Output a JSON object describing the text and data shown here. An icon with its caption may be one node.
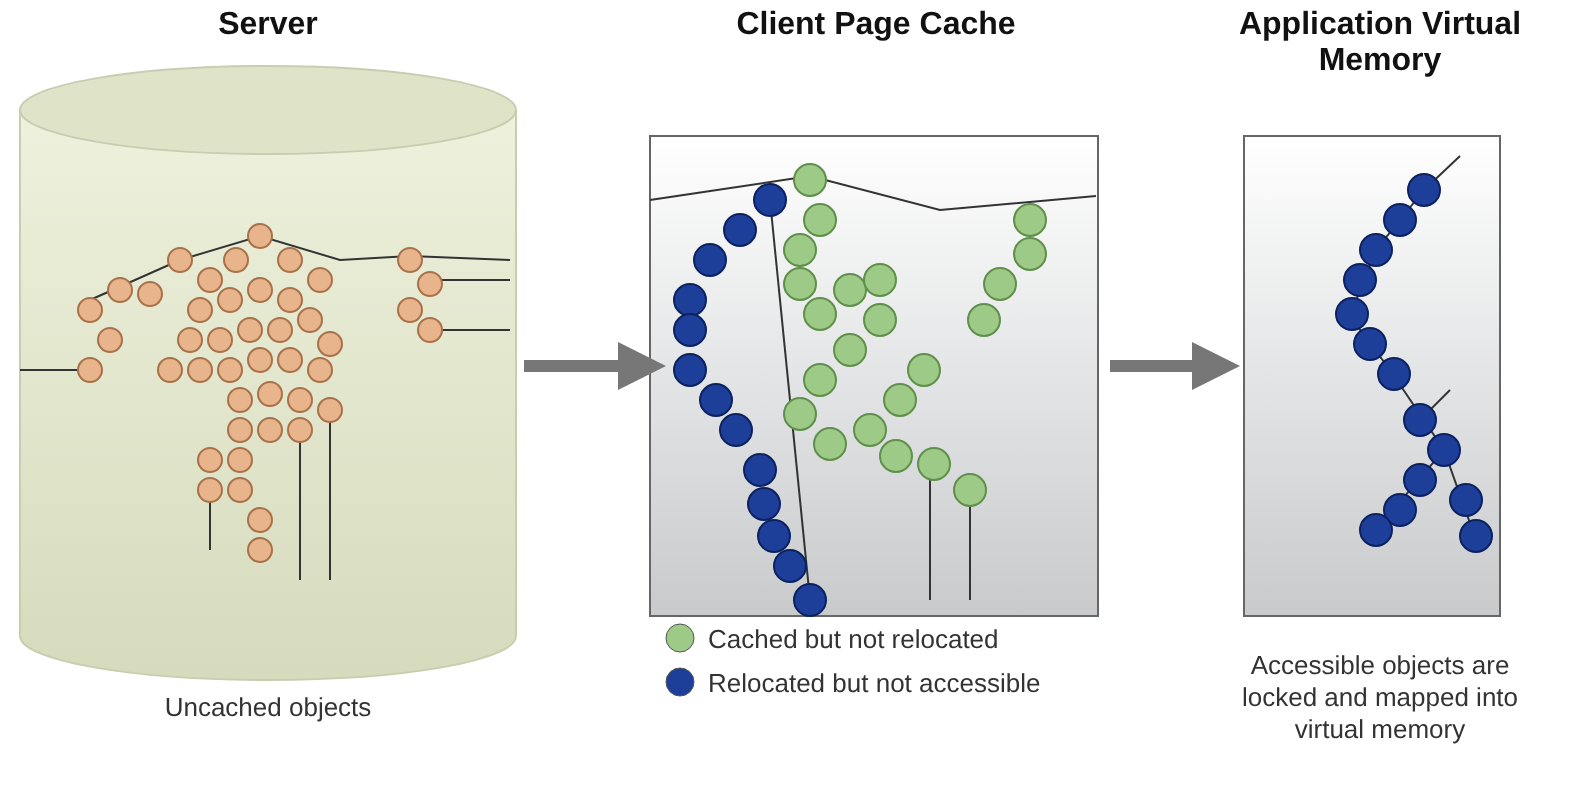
{
  "diagram": {
    "nodes": [
      {
        "text": [
          "Server"
        ],
        "beside": [
          "Uncached objects"
        ]
      },
      {
        "text": [
          "Client Page Cache"
        ]
      },
      {
        "text": [
          "Application Virtual Memory"
        ],
        "beside": [
          "Accessible objects are locked and mapped into virtual memory"
        ]
      }
    ],
    "edges": [
      {
        "from": 0,
        "to": 1,
        "arrow": "to"
      },
      {
        "from": 1,
        "to": 2,
        "arrow": "to"
      }
    ],
    "legend": [
      {
        "text": "Cached but not relocated",
        "color": "#9dca86"
      },
      {
        "text": "Relocated but not accessible",
        "color": "#1d3f99"
      }
    ]
  }
}
